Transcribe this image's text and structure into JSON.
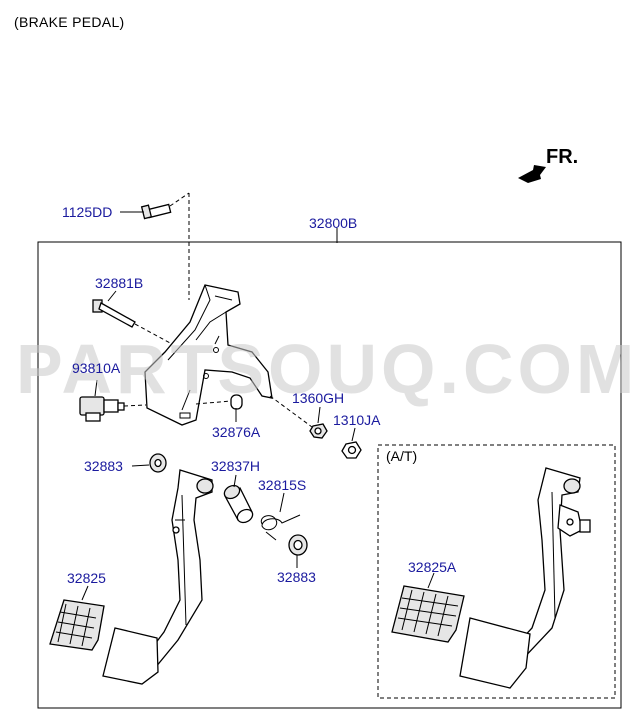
{
  "title": "(BRAKE PEDAL)",
  "direction_label": "FR.",
  "at_label": "(A/T)",
  "watermark": "PARTSOUQ.COM",
  "parts": {
    "p1125DD": "1125DD",
    "p32800B": "32800B",
    "p32881B": "32881B",
    "p93810A": "93810A",
    "p32876A": "32876A",
    "p1360GH": "1360GH",
    "p1310JA": "1310JA",
    "p32883a": "32883",
    "p32837H": "32837H",
    "p32815S": "32815S",
    "p32883b": "32883",
    "p32825": "32825",
    "p32825A": "32825A"
  },
  "colors": {
    "label": "#1a1a9e",
    "line": "#000000",
    "watermark": "#c9c9c9"
  }
}
